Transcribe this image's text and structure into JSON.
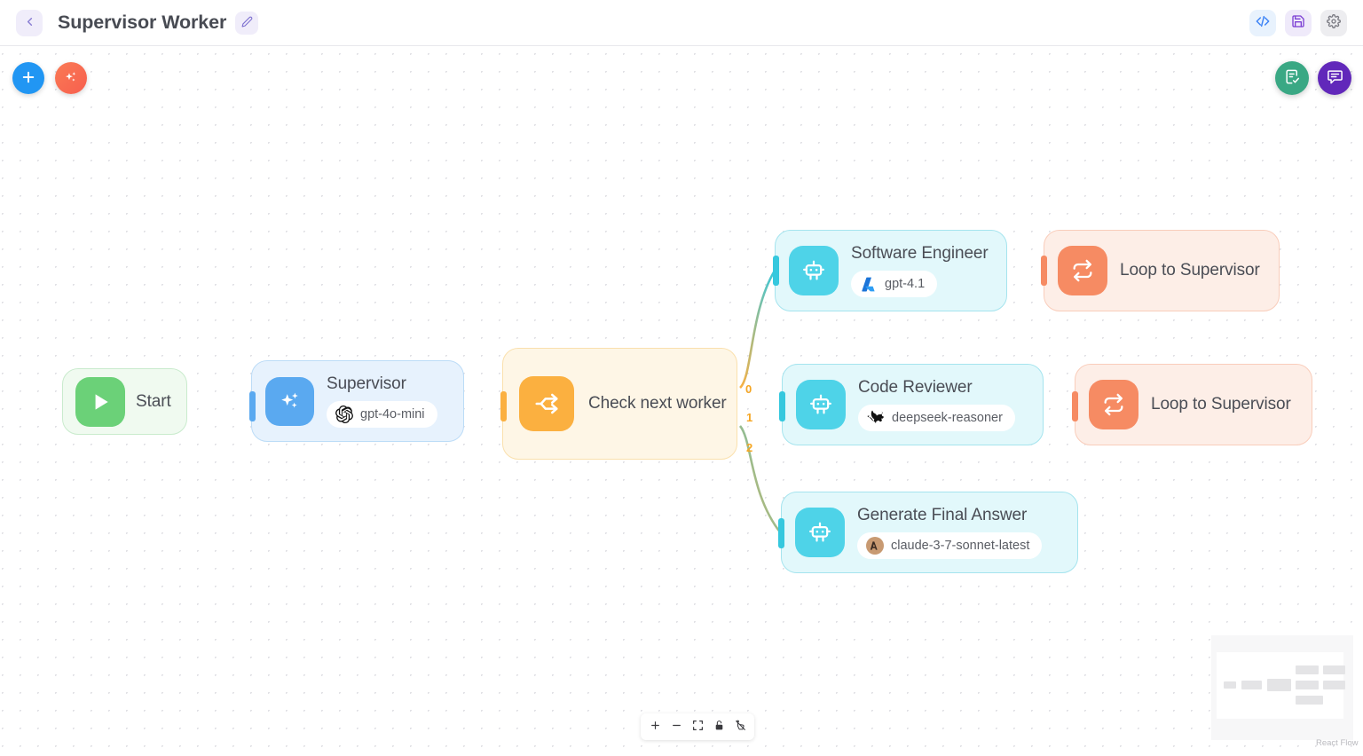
{
  "header": {
    "back_icon": "chevron-left-icon",
    "title": "Supervisor Worker",
    "edit_icon": "pencil-icon",
    "actions": [
      {
        "name": "code-view-button",
        "icon": "code-brackets-icon"
      },
      {
        "name": "save-button",
        "icon": "floppy-disk-icon"
      },
      {
        "name": "settings-button",
        "icon": "gear-icon"
      }
    ]
  },
  "canvas_buttons": {
    "add": {
      "icon": "plus-icon",
      "label": ""
    },
    "magic": {
      "icon": "sparkles-icon",
      "label": ""
    },
    "doc_check": {
      "icon": "document-check-icon",
      "label": ""
    },
    "chat": {
      "icon": "chat-bubble-icon",
      "label": ""
    }
  },
  "nodes": [
    {
      "id": "start",
      "title": "Start",
      "icon": "play-icon",
      "model": null,
      "model_logo": null
    },
    {
      "id": "supervisor",
      "title": "Supervisor",
      "icon": "sparkles-icon",
      "model": "gpt-4o-mini",
      "model_logo": "openai-logo"
    },
    {
      "id": "check",
      "title": "Check next worker",
      "icon": "branch-icon",
      "model": null,
      "model_logo": null
    },
    {
      "id": "se",
      "title": "Software Engineer",
      "icon": "robot-icon",
      "model": "gpt-4.1",
      "model_logo": "azure-logo"
    },
    {
      "id": "loop1",
      "title": "Loop to Supervisor",
      "icon": "loop-icon",
      "model": null,
      "model_logo": null
    },
    {
      "id": "cr",
      "title": "Code Reviewer",
      "icon": "robot-icon",
      "model": "deepseek-reasoner",
      "model_logo": "deepseek-logo"
    },
    {
      "id": "loop2",
      "title": "Loop to Supervisor",
      "icon": "loop-icon",
      "model": null,
      "model_logo": null
    },
    {
      "id": "gfa",
      "title": "Generate Final Answer",
      "icon": "robot-icon",
      "model": "claude-3-7-sonnet-latest",
      "model_logo": "anthropic-logo"
    }
  ],
  "edge_labels": [
    "0",
    "1",
    "2"
  ],
  "controls": [
    {
      "name": "zoom-in-button",
      "icon": "plus-icon"
    },
    {
      "name": "zoom-out-button",
      "icon": "minus-icon"
    },
    {
      "name": "fit-view-button",
      "icon": "fit-view-icon"
    },
    {
      "name": "lock-button",
      "icon": "lock-icon"
    },
    {
      "name": "interactivity-button",
      "icon": "toggle-interactivity-icon"
    }
  ],
  "minimap": {
    "attribution": "React Flow"
  },
  "colors": {
    "start": "#6bd178",
    "supervisor": "#5aa9f0",
    "check": "#fbb040",
    "worker": "#4ed3e8",
    "loop": "#f68b63",
    "accent_purple": "#6128ba",
    "accent_green": "#3aa884"
  }
}
